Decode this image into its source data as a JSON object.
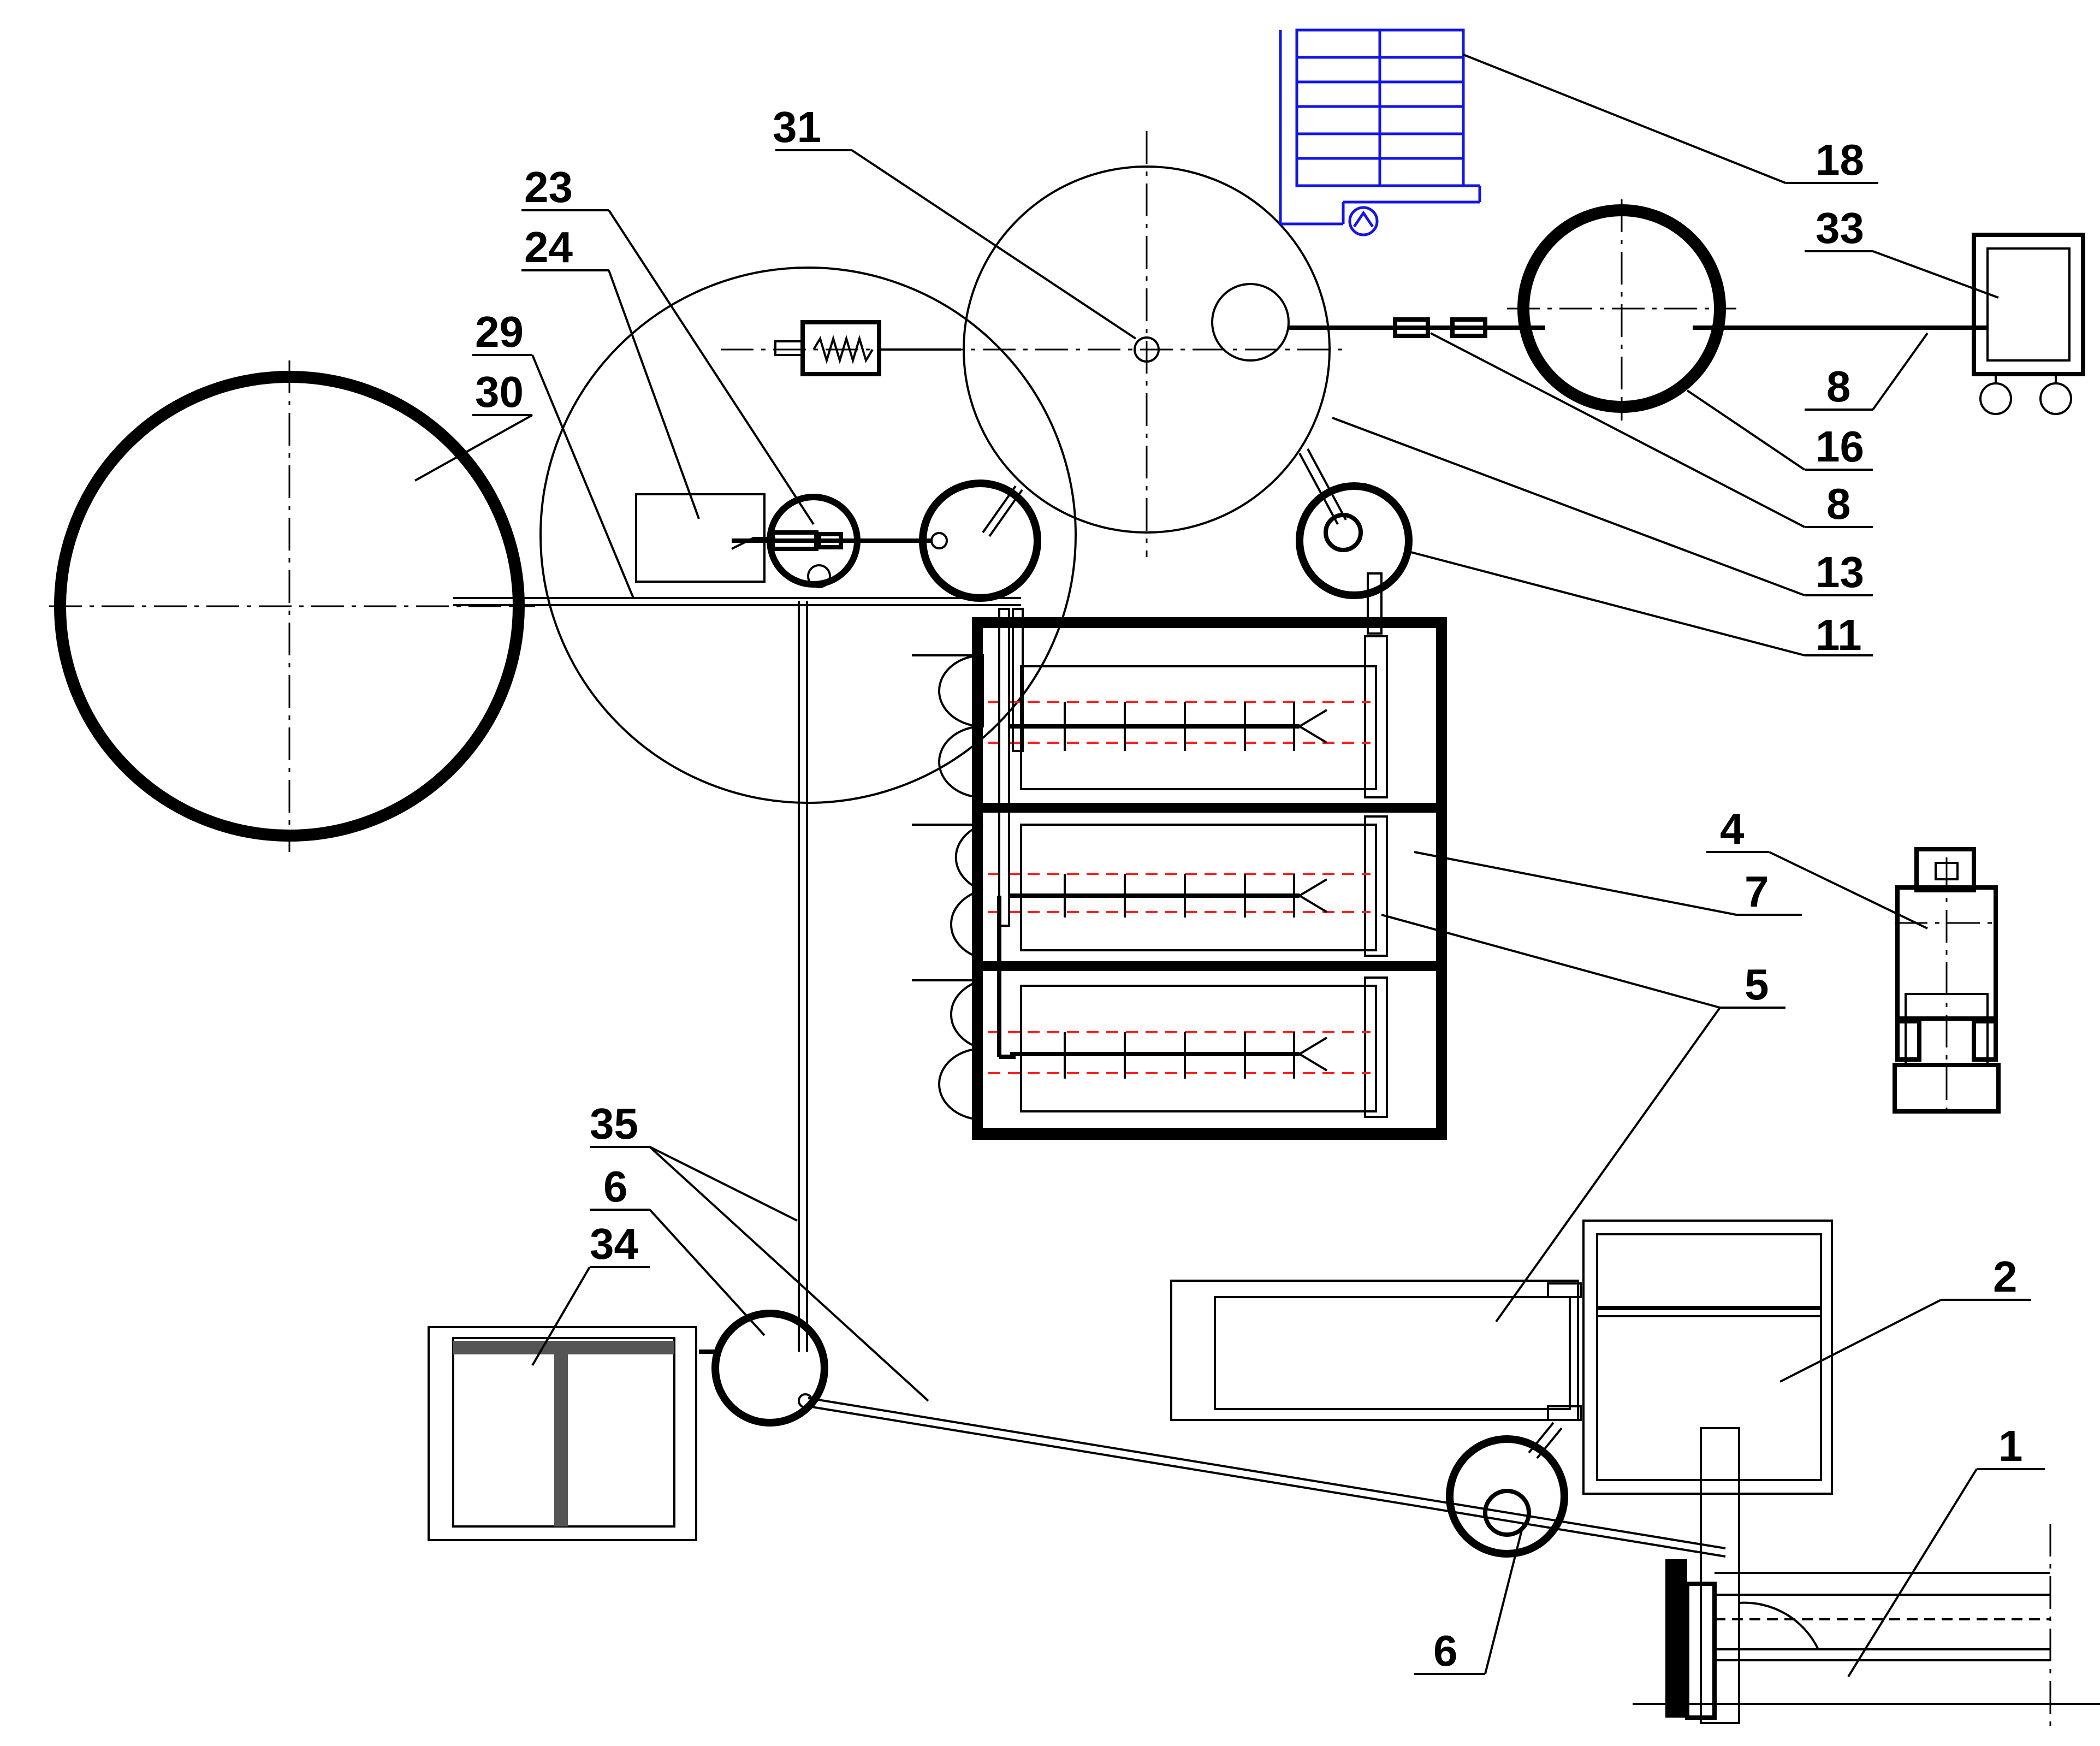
{
  "title": "",
  "labels": [
    {
      "id": "l31",
      "text": "31"
    },
    {
      "id": "l23",
      "text": "23"
    },
    {
      "id": "l24",
      "text": "24"
    },
    {
      "id": "l29",
      "text": "29"
    },
    {
      "id": "l30",
      "text": "30"
    },
    {
      "id": "l18",
      "text": "18"
    },
    {
      "id": "l33",
      "text": "33"
    },
    {
      "id": "l8a",
      "text": "8"
    },
    {
      "id": "l16",
      "text": "16"
    },
    {
      "id": "l8b",
      "text": "8"
    },
    {
      "id": "l13",
      "text": "13"
    },
    {
      "id": "l11",
      "text": "11"
    },
    {
      "id": "l4",
      "text": "4"
    },
    {
      "id": "l7",
      "text": "7"
    },
    {
      "id": "l5",
      "text": "5"
    },
    {
      "id": "l35",
      "text": "35"
    },
    {
      "id": "l6a",
      "text": "6"
    },
    {
      "id": "l34",
      "text": "34"
    },
    {
      "id": "l2",
      "text": "2"
    },
    {
      "id": "l1",
      "text": "1"
    },
    {
      "id": "l6b",
      "text": "6"
    }
  ],
  "colors": {
    "line": "#000000",
    "hidden_line": "#ff1f1f",
    "rack": "#1414e6",
    "background": "#ffffff"
  }
}
